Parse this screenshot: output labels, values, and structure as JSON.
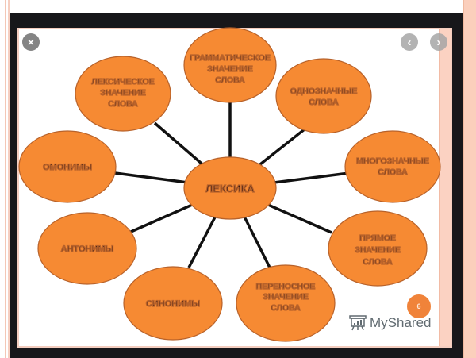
{
  "viewer": {
    "close_icon": "×",
    "prev_icon": "‹",
    "next_icon": "›",
    "slide_number": "6",
    "watermark": "MyShared"
  },
  "diagram": {
    "fill_color": "#f68a33",
    "stroke_color": "#b8622a",
    "line_color": "#111111",
    "text_color": "#3b1a12",
    "center": {
      "label": "ЛЕКСИКА"
    },
    "nodes": [
      {
        "id": "grammatical",
        "lines": [
          "ГРАММАТИЧЕСКОЕ",
          "ЗНАЧЕНИЕ",
          "СЛОВА"
        ]
      },
      {
        "id": "unambiguous",
        "lines": [
          "ОДНОЗНАЧНЫЕ",
          "СЛОВА"
        ]
      },
      {
        "id": "polysemous",
        "lines": [
          "МНОГОЗНАЧНЫЕ",
          "СЛОВА"
        ]
      },
      {
        "id": "direct-meaning",
        "lines": [
          "ПРЯМОЕ",
          "ЗНАЧЕНИЕ",
          "СЛОВА"
        ]
      },
      {
        "id": "figurative-meaning",
        "lines": [
          "ПЕРЕНОСНОЕ",
          "ЗНАЧЕНИЕ",
          "СЛОВА"
        ]
      },
      {
        "id": "synonyms",
        "lines": [
          "СИНОНИМЫ"
        ]
      },
      {
        "id": "antonyms",
        "lines": [
          "АНТОНИМЫ"
        ]
      },
      {
        "id": "homonyms",
        "lines": [
          "ОМОНИМЫ"
        ]
      },
      {
        "id": "lexical-meaning",
        "lines": [
          "ЛЕКСИЧЕСКОЕ",
          "ЗНАЧЕНИЕ",
          "СЛОВА"
        ]
      }
    ]
  }
}
